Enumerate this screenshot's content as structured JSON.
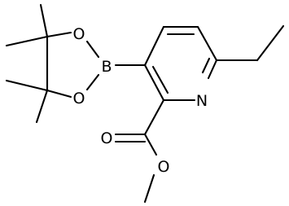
{
  "atoms": {
    "ring_nitrogen": "N",
    "boron": "B",
    "ring_oxygen_top": "O",
    "ring_oxygen_bottom": "O",
    "carbonyl_oxygen": "O",
    "ester_oxygen": "O"
  },
  "colors": {
    "bond": "#000000",
    "label": "#000000",
    "background": "#ffffff"
  }
}
